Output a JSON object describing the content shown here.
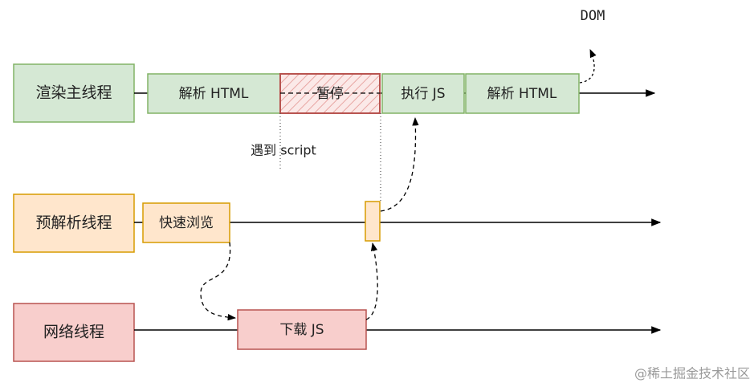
{
  "threads": {
    "main": "渲染主线程",
    "preparse": "预解析线程",
    "network": "网络线程"
  },
  "blocks": {
    "parse_html_1": "解析 HTML",
    "pause": "暂停",
    "execute_js": "执行 JS",
    "parse_html_2": "解析 HTML",
    "fast_browse": "快速浏览",
    "download_js": "下载 JS"
  },
  "annotations": {
    "dom": "DOM",
    "encounter_script": "遇到 script"
  },
  "watermark": "@稀土掘金技术社区",
  "colors": {
    "green_fill": "#d5e8d4",
    "green_stroke": "#82b366",
    "orange_fill": "#ffe6cc",
    "orange_stroke": "#d79b00",
    "red_fill": "#f8cecc",
    "red_stroke": "#b85450"
  }
}
